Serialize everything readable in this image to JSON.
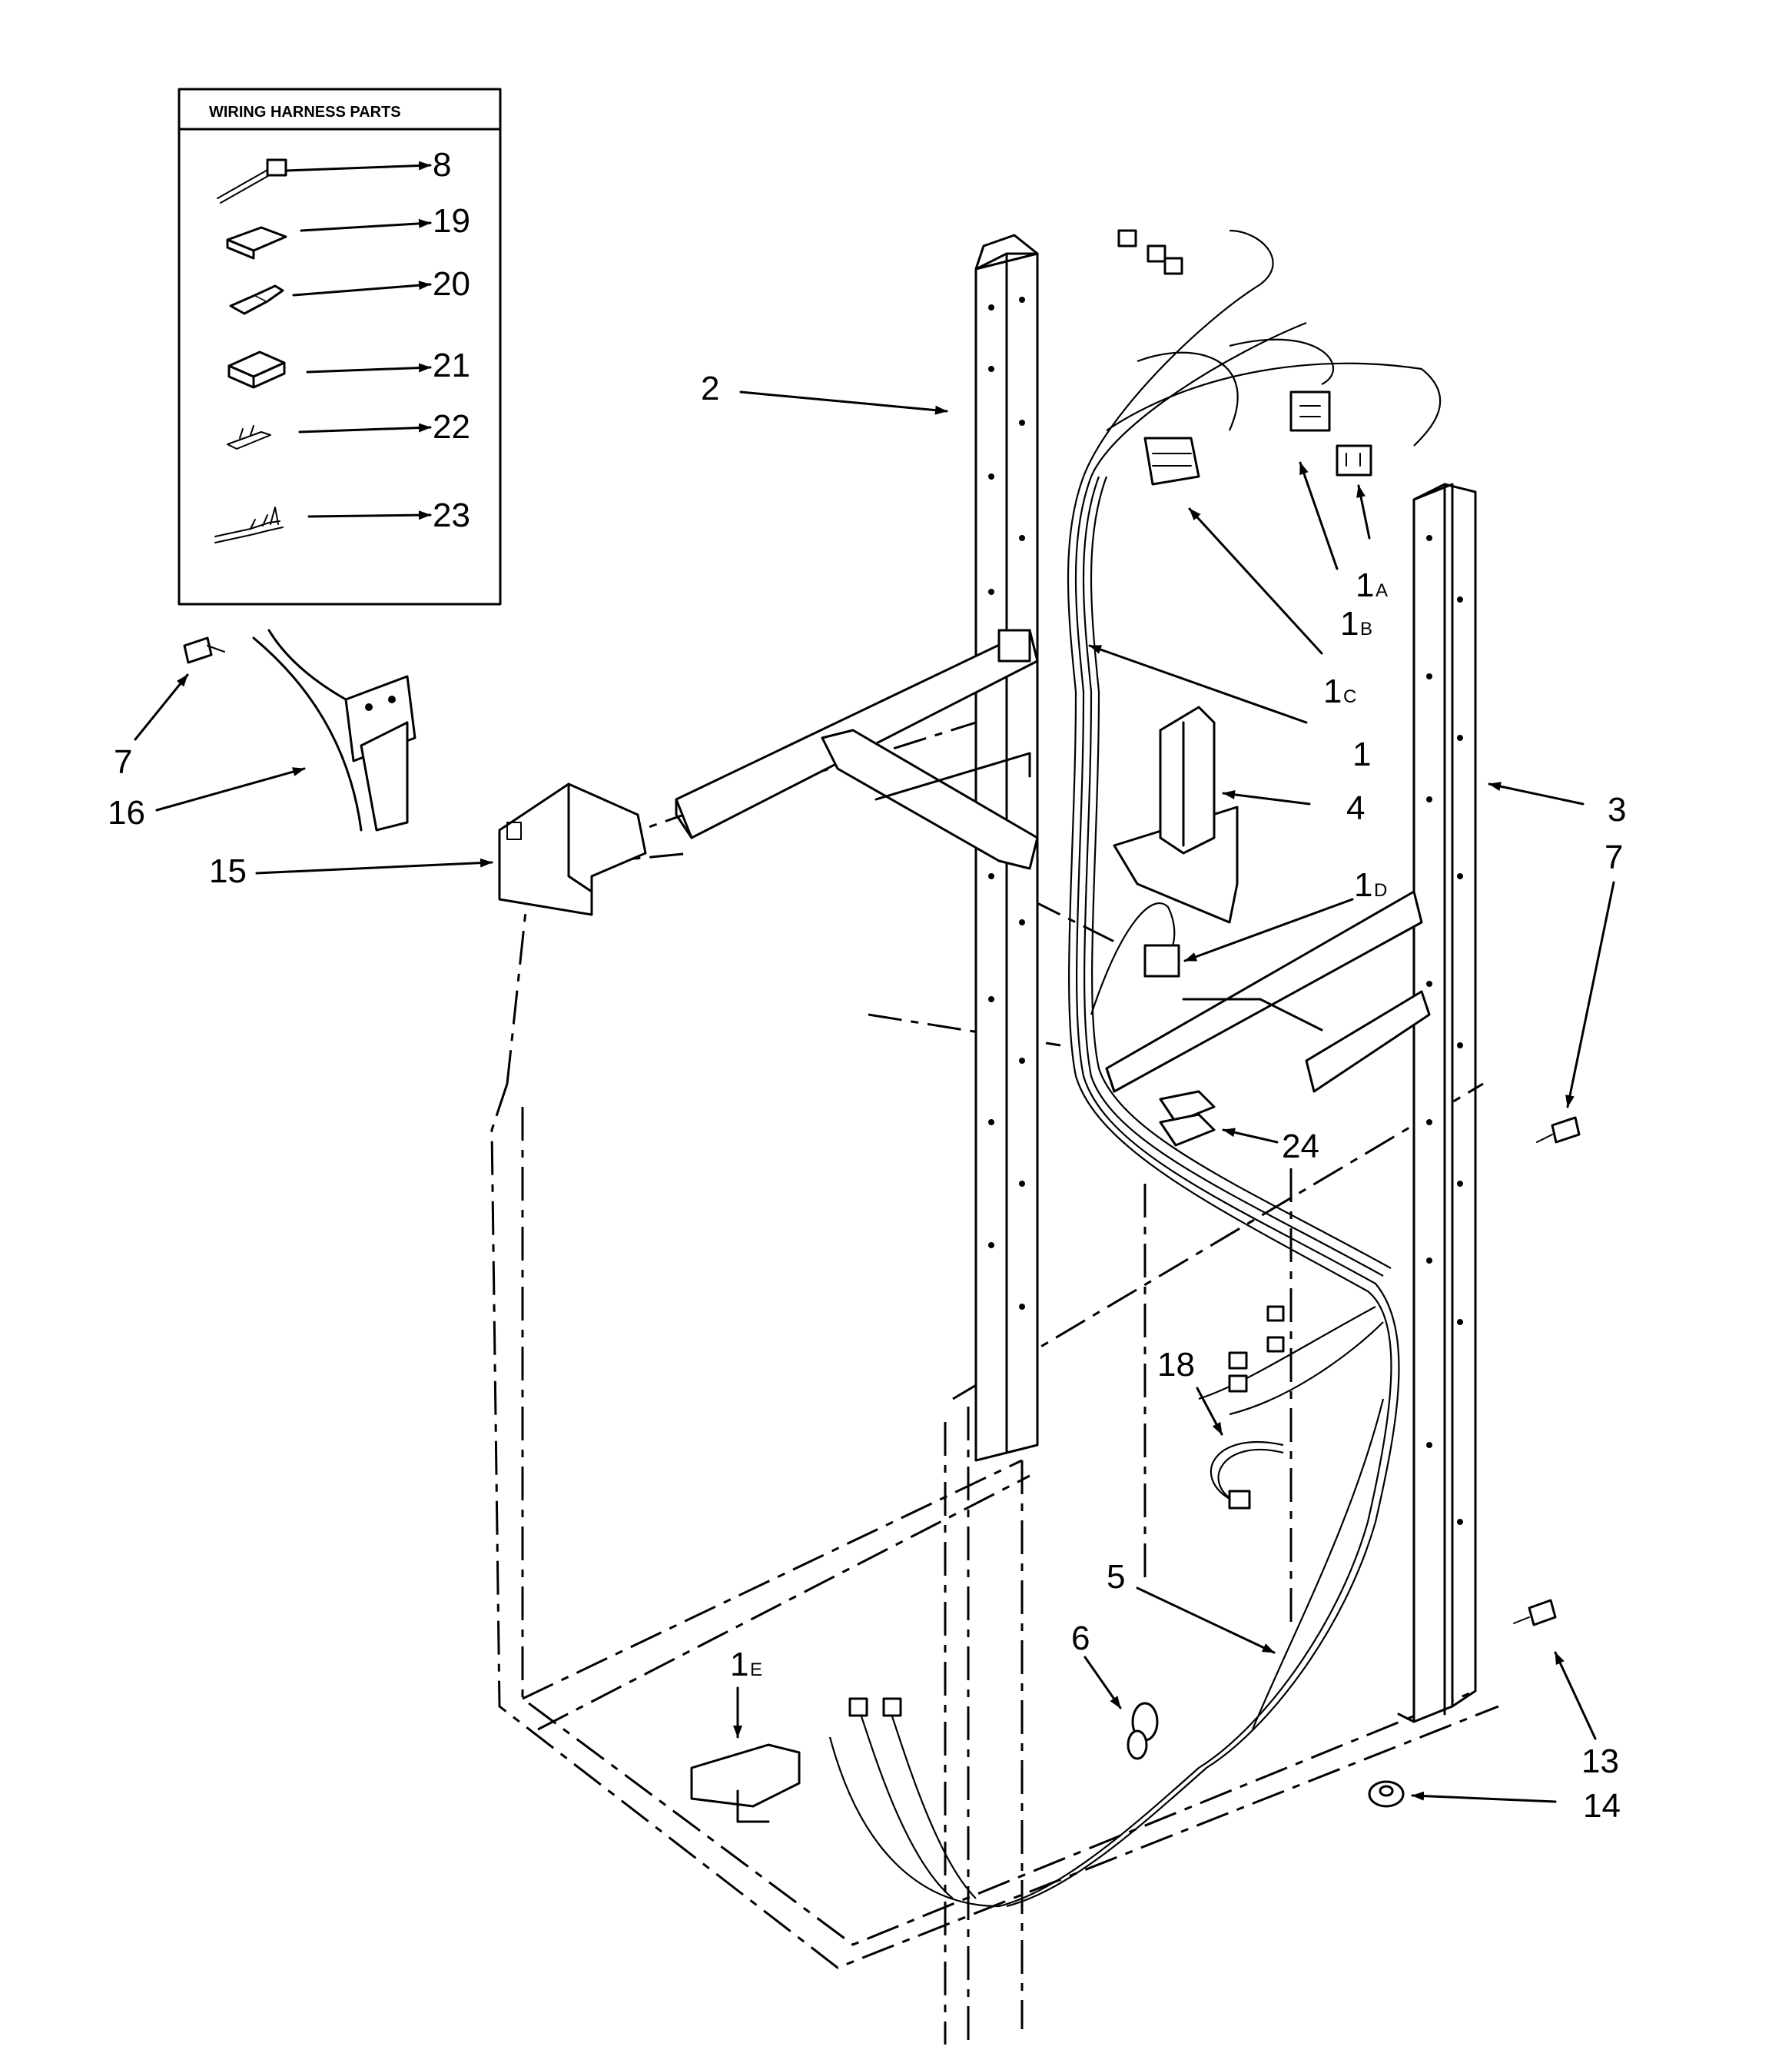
{
  "legend_box": {
    "title": "WIRING HARNESS PARTS"
  },
  "callouts": {
    "c8": "8",
    "c19": "19",
    "c20": "20",
    "c21": "21",
    "c22": "22",
    "c23": "23",
    "c2": "2",
    "c1A_main": "1",
    "c1A_sub": "A",
    "c1B_main": "1",
    "c1B_sub": "B",
    "c1C_main": "1",
    "c1C_sub": "C",
    "c1": "1",
    "c4": "4",
    "c3": "3",
    "c7_right": "7",
    "c1D_main": "1",
    "c1D_sub": "D",
    "c7_left": "7",
    "c16": "16",
    "c15": "15",
    "c24": "24",
    "c18": "18",
    "c5": "5",
    "c6": "6",
    "c1E_main": "1",
    "c1E_sub": "E",
    "c13": "13",
    "c14": "14"
  }
}
